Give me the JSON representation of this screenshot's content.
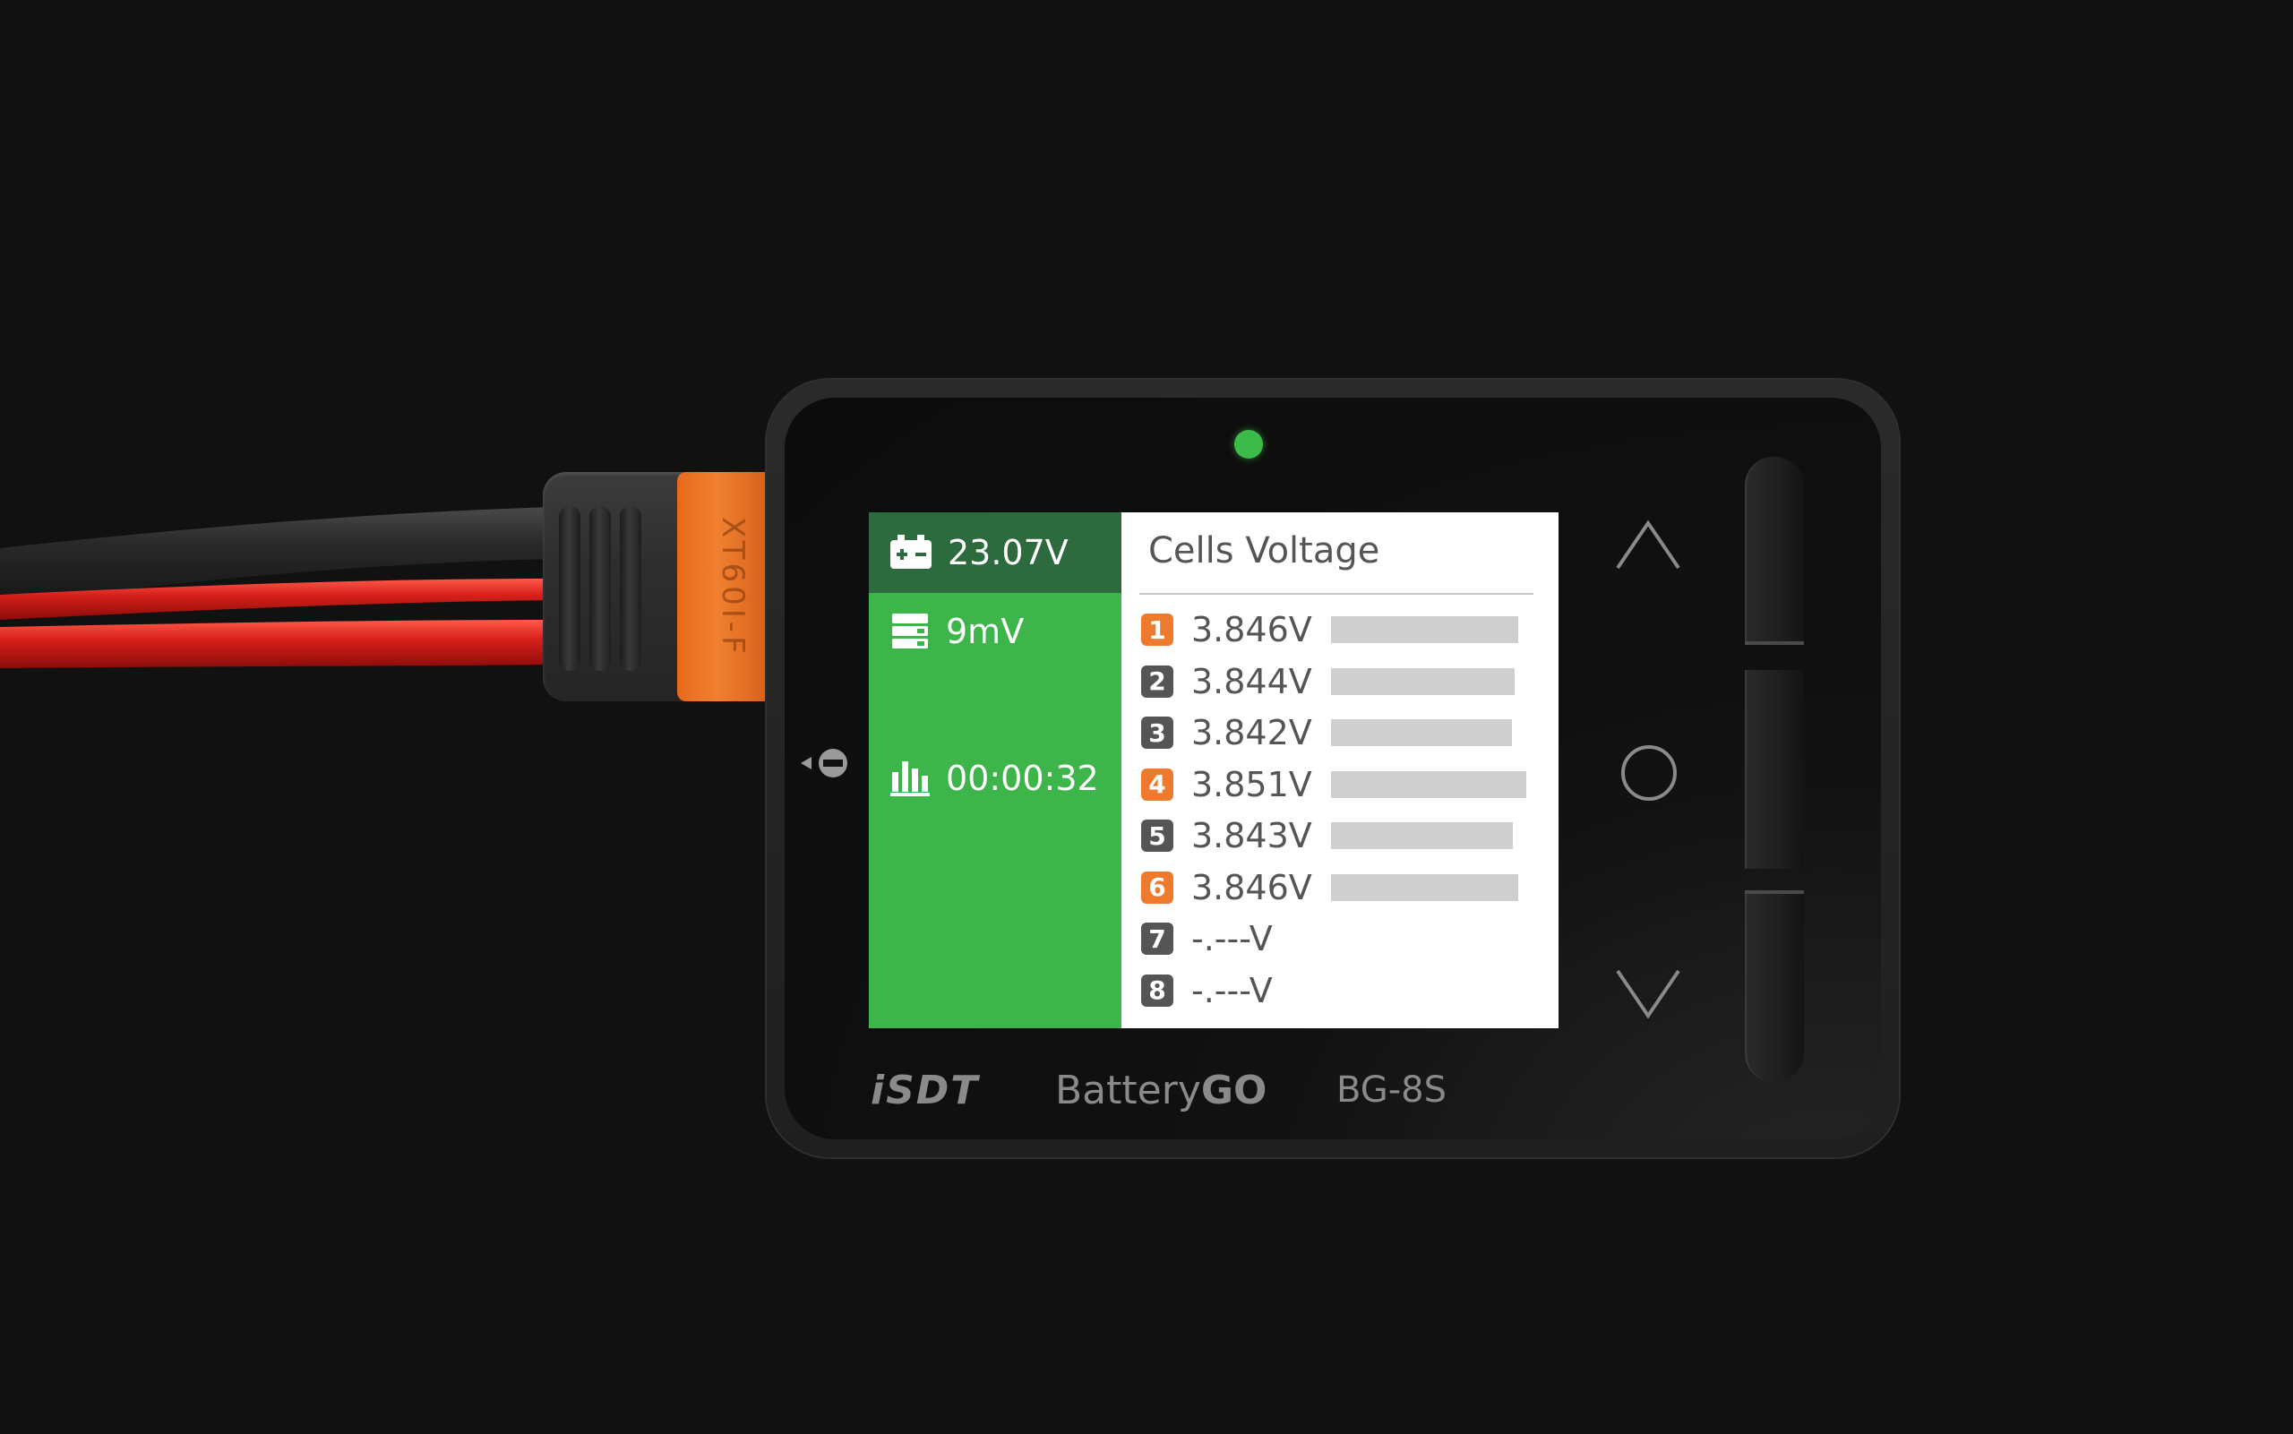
{
  "device": {
    "brand": "iSDT",
    "model_name_light": "Battery",
    "model_name_bold": "GO",
    "model_code": "BG-8S",
    "status_led_color": "#3dbb4a",
    "connector_marking": "XT60I-F"
  },
  "screen": {
    "accent_dark": "#2d6a3e",
    "accent_green": "#3db54a",
    "summary": {
      "total_voltage": "23.07V",
      "voltage_diff": "9mV",
      "elapsed_time": "00:00:32"
    },
    "cells": {
      "title": "Cells Voltage",
      "items": [
        {
          "index": "1",
          "voltage": "3.846V",
          "badge_color": "#ee7a2e",
          "level": 3.846
        },
        {
          "index": "2",
          "voltage": "3.844V",
          "badge_color": "#555555",
          "level": 3.844
        },
        {
          "index": "3",
          "voltage": "3.842V",
          "badge_color": "#555555",
          "level": 3.842
        },
        {
          "index": "4",
          "voltage": "3.851V",
          "badge_color": "#ee7a2e",
          "level": 3.851
        },
        {
          "index": "5",
          "voltage": "3.843V",
          "badge_color": "#555555",
          "level": 3.843
        },
        {
          "index": "6",
          "voltage": "3.846V",
          "badge_color": "#ee7a2e",
          "level": 3.846
        },
        {
          "index": "7",
          "voltage": "-.---V",
          "badge_color": "#555555",
          "level": null
        },
        {
          "index": "8",
          "voltage": "-.---V",
          "badge_color": "#555555",
          "level": null
        }
      ]
    }
  },
  "controls": {
    "icons": [
      "up-chevron-icon",
      "circle-select-icon",
      "down-chevron-icon",
      "side-port-icon"
    ]
  }
}
